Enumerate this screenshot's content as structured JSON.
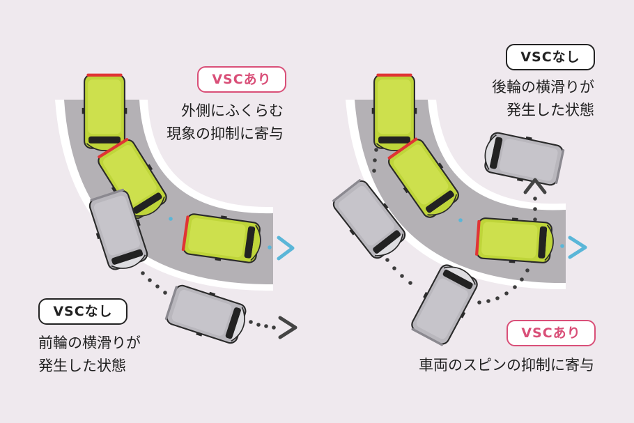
{
  "colors": {
    "background": "#efe9ee",
    "road": "#b4b1b5",
    "road_edge": "#ffffff",
    "car_green": "#bfd53a",
    "car_gray": "#b9b7bd",
    "brake_red": "#e03434",
    "path_dot": "#3c3c3c",
    "arrow_blue": "#5ab6d8",
    "badge_pink": "#d94f78",
    "badge_black": "#222222"
  },
  "left_panel": {
    "badge_on": "VSCあり",
    "caption_on": [
      "外側にふくらむ",
      "現象の抑制に寄与"
    ],
    "badge_off": "VSCなし",
    "caption_off": [
      "前輪の横滑りが",
      "発生した状態"
    ]
  },
  "right_panel": {
    "badge_off": "VSCなし",
    "caption_off": [
      "後輪の横滑りが",
      "発生した状態"
    ],
    "badge_on": "VSCあり",
    "caption_on": "車両のスピンの抑制に寄与"
  },
  "icons": [
    "green-car-icon",
    "gray-car-icon",
    "chevron-right-icon",
    "chevron-up-icon"
  ]
}
